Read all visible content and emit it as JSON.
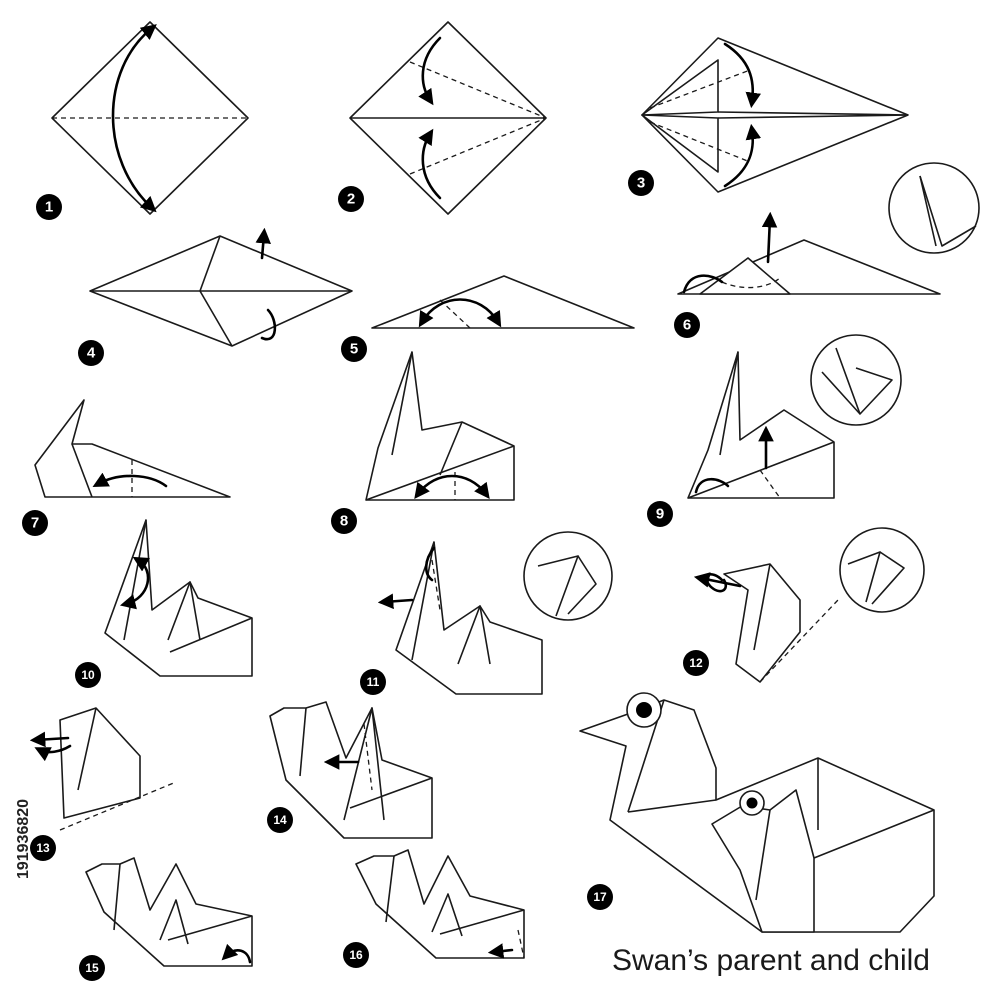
{
  "title": "Swan’s parent and child",
  "stock_id": "191936820",
  "steps": [
    "1",
    "2",
    "3",
    "4",
    "5",
    "6",
    "7",
    "8",
    "9",
    "10",
    "11",
    "12",
    "13",
    "14",
    "15",
    "16",
    "17"
  ],
  "colors": {
    "line": "#1a1a1a",
    "badge": "#000000",
    "background": "#ffffff"
  }
}
